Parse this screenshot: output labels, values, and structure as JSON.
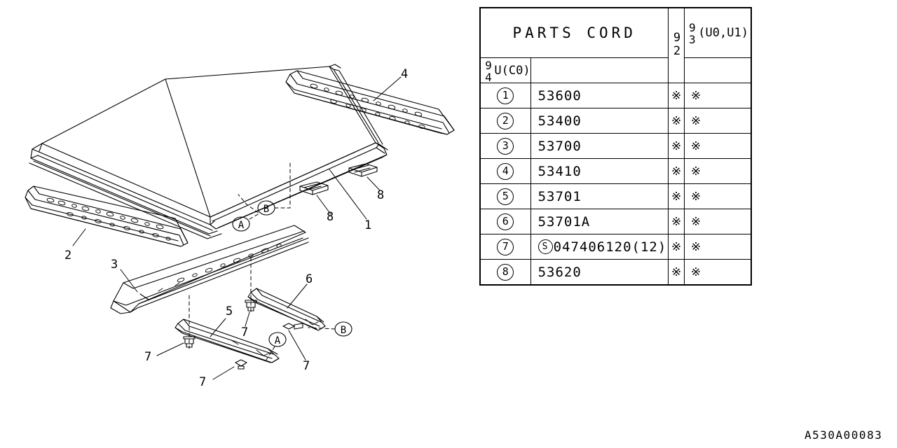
{
  "drawing_code": "A530A00083",
  "table": {
    "title": "PARTS CORD",
    "year_col_label": "92",
    "variant_rows": [
      {
        "year": "93",
        "text": "(U0,U1)"
      },
      {
        "year": "94",
        "text": "U(C0)"
      }
    ],
    "mark": "※",
    "rows": [
      {
        "no": "1",
        "code": "53600",
        "prefix": "",
        "mark1": "※",
        "mark2": "※"
      },
      {
        "no": "2",
        "code": "53400",
        "prefix": "",
        "mark1": "※",
        "mark2": "※"
      },
      {
        "no": "3",
        "code": "53700",
        "prefix": "",
        "mark1": "※",
        "mark2": "※"
      },
      {
        "no": "4",
        "code": "53410",
        "prefix": "",
        "mark1": "※",
        "mark2": "※"
      },
      {
        "no": "5",
        "code": "53701",
        "prefix": "",
        "mark1": "※",
        "mark2": "※"
      },
      {
        "no": "6",
        "code": "53701A",
        "prefix": "",
        "mark1": "※",
        "mark2": "※"
      },
      {
        "no": "7",
        "code": "047406120(12)",
        "prefix": "S",
        "mark1": "※",
        "mark2": "※"
      },
      {
        "no": "8",
        "code": "53620",
        "prefix": "",
        "mark1": "※",
        "mark2": "※"
      }
    ]
  },
  "diagram": {
    "callout_labels": [
      "1",
      "2",
      "3",
      "4",
      "5",
      "6",
      "7",
      "7",
      "7",
      "7",
      "8",
      "8"
    ],
    "section_markers": [
      "A",
      "A",
      "B",
      "B"
    ],
    "labels": {
      "roof_panel": "1",
      "rear_rail": "2",
      "side_rail": "3",
      "front_rail": "4",
      "center_bow": "5",
      "rear_bow": "6",
      "bolt": "7",
      "bracket": "8"
    }
  },
  "colors": {
    "line": "#000000",
    "background": "#ffffff"
  }
}
